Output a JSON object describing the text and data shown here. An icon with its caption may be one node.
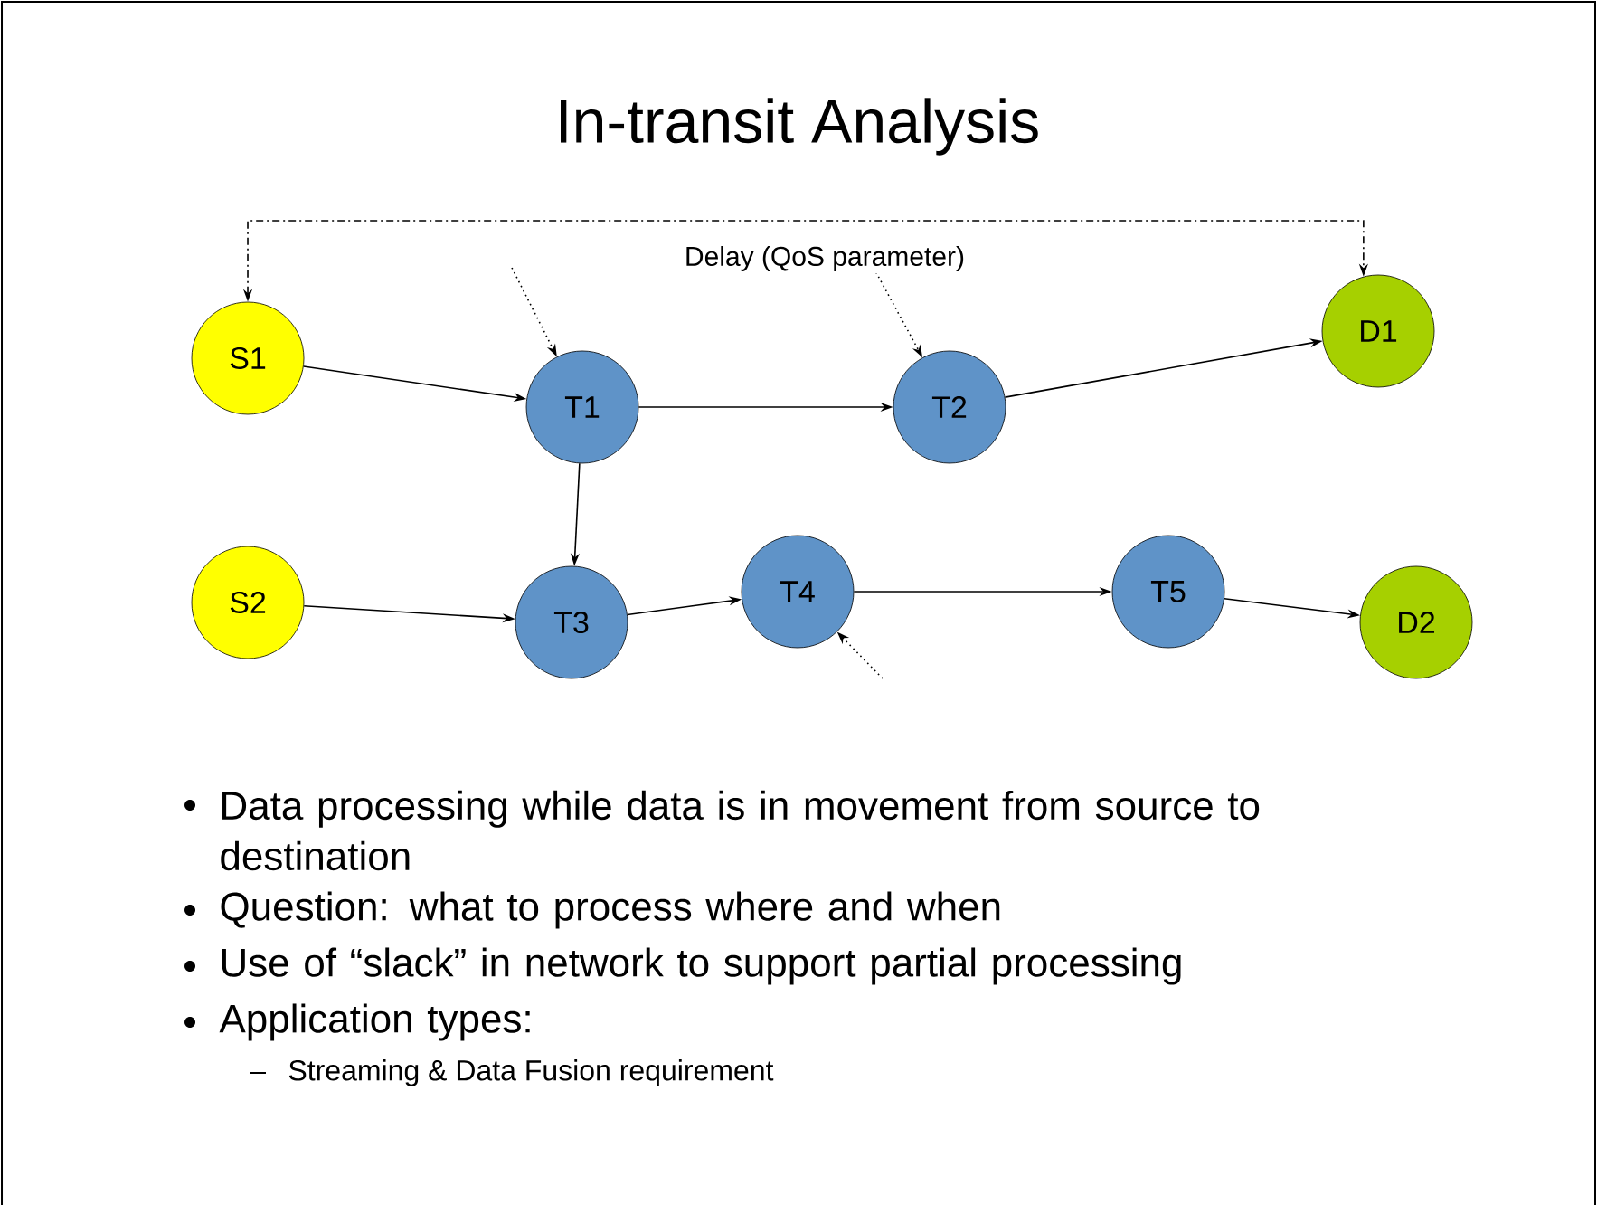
{
  "diagram": {
    "title": "In-transit Analysis",
    "nodes": [
      {
        "text": [
          "S1"
        ]
      },
      {
        "text": [
          "T1"
        ]
      },
      {
        "text": [
          "T2"
        ]
      },
      {
        "text": [
          "D1"
        ]
      },
      {
        "text": [
          "S2"
        ]
      },
      {
        "text": [
          "T3"
        ]
      },
      {
        "text": [
          "T4"
        ]
      },
      {
        "text": [
          "T5"
        ]
      },
      {
        "text": [
          "D2"
        ]
      }
    ],
    "edges": [
      {
        "from": 0,
        "to": 3,
        "arrow": "both",
        "style": "dashed",
        "label": "Delay (QoS parameter)"
      },
      {
        "from": null,
        "to": 1,
        "arrow": "to",
        "style": "dashed"
      },
      {
        "from": null,
        "to": 2,
        "arrow": "to",
        "style": "dashed"
      },
      {
        "from": 0,
        "to": 1,
        "arrow": "to"
      },
      {
        "from": 1,
        "to": 2,
        "arrow": "to"
      },
      {
        "from": 2,
        "to": 3,
        "arrow": "to"
      },
      {
        "from": 1,
        "to": 5,
        "arrow": "to"
      },
      {
        "from": 4,
        "to": 5,
        "arrow": "to"
      },
      {
        "from": 5,
        "to": 6,
        "arrow": "to"
      },
      {
        "from": 6,
        "to": 7,
        "arrow": "to"
      },
      {
        "from": 7,
        "to": 8,
        "arrow": "to"
      },
      {
        "from": null,
        "to": 6,
        "arrow": "to",
        "style": "dashed"
      }
    ],
    "labels": [
      "Data processing while data is in movement from source to destination",
      "Question: what to process where and when",
      "Use of “slack” in network to support partial processing",
      "Application types:",
      "Streaming & Data Fusion requirement"
    ]
  }
}
